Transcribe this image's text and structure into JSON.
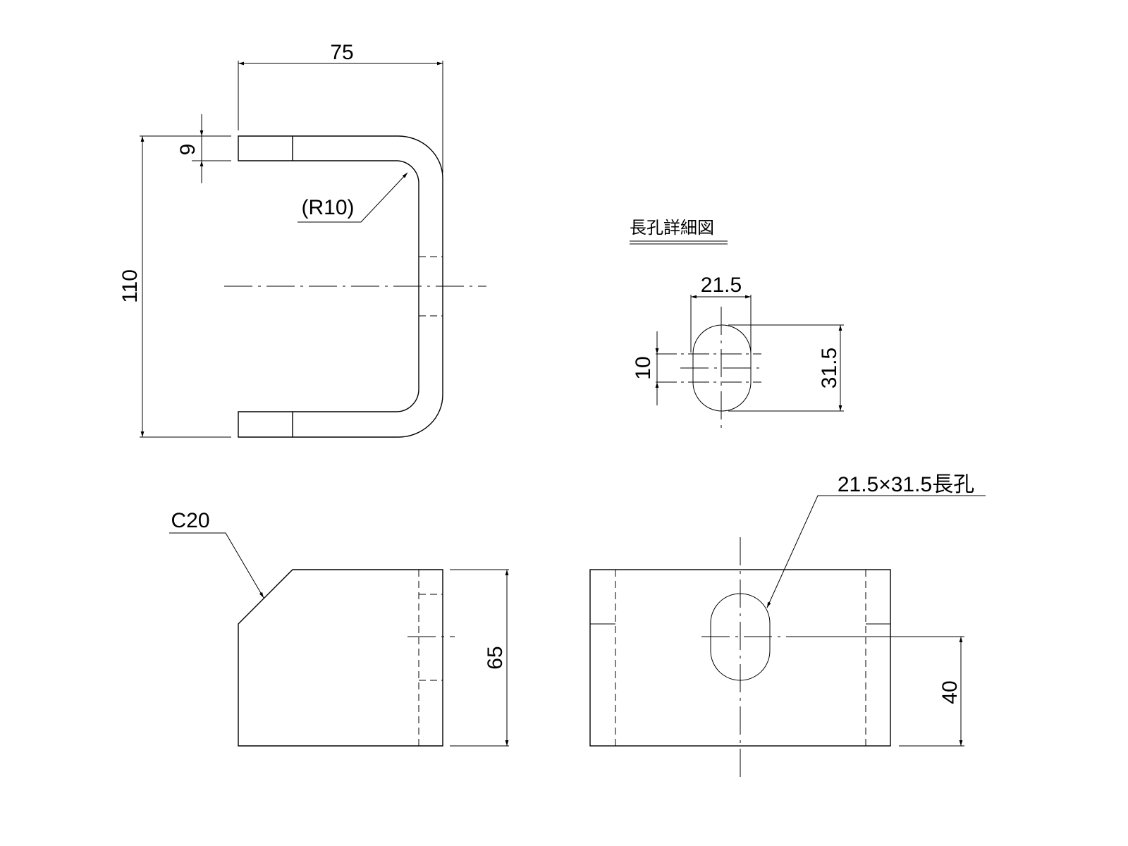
{
  "drawing": {
    "top_view": {
      "width_dim": "75",
      "thickness_dim": "9",
      "height_dim": "110",
      "radius_note": "(R10)"
    },
    "detail": {
      "title": "長孔詳細図",
      "width_dim": "21.5",
      "height_dim": "31.5",
      "offset_dim": "10"
    },
    "front_view": {
      "chamfer_note": "C20",
      "height_dim": "65"
    },
    "side_view": {
      "slot_note": "21.5×31.5長孔",
      "center_height_dim": "40"
    }
  }
}
